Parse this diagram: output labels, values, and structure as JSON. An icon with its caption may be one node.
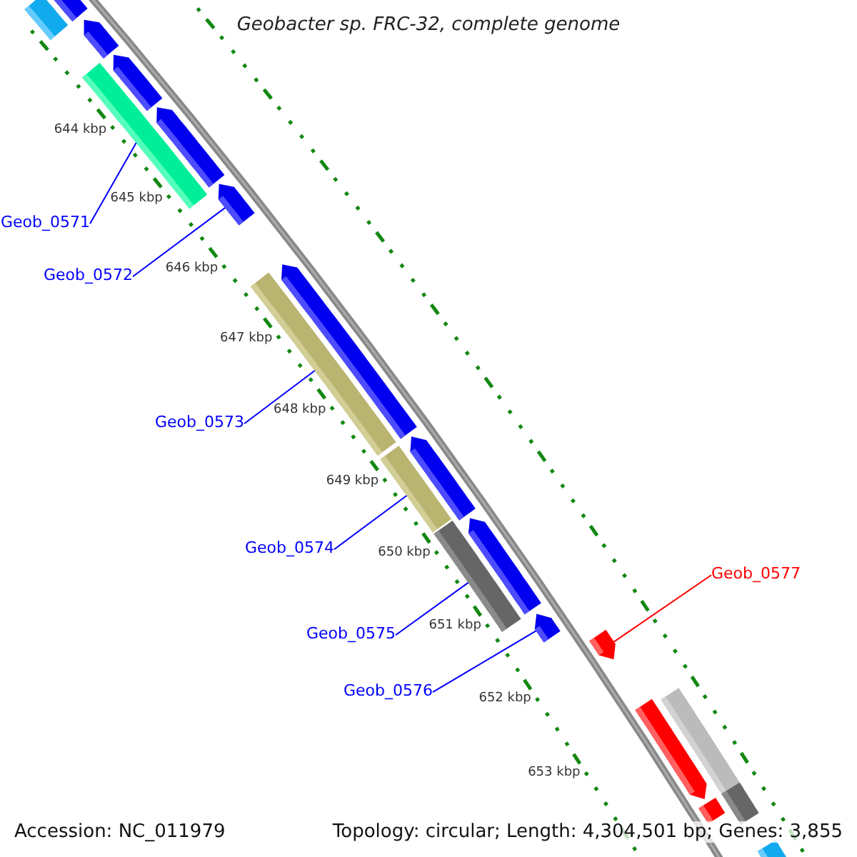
{
  "diagram": {
    "title": "Geobacter sp. FRC-32, complete genome",
    "nodes": [
      {
        "text": [
          "Geob_0571"
        ]
      },
      {
        "text": [
          "Geob_0572"
        ]
      },
      {
        "text": [
          "Geob_0573"
        ]
      },
      {
        "text": [
          "Geob_0574"
        ]
      },
      {
        "text": [
          "Geob_0575"
        ]
      },
      {
        "text": [
          "Geob_0576"
        ]
      },
      {
        "text": [
          "Geob_0577"
        ]
      },
      {
        "text": [],
        "shape": "bar"
      },
      {
        "text": [],
        "shape": "bar"
      },
      {
        "text": [],
        "shape": "arrow"
      },
      {
        "text": [],
        "shape": "bar"
      },
      {
        "text": [],
        "shape": "arrow"
      },
      {
        "text": [],
        "shape": "arrow"
      },
      {
        "text": [],
        "shape": "arrow"
      },
      {
        "text": [],
        "shape": "bar"
      },
      {
        "text": [],
        "shape": "arrow"
      },
      {
        "text": [],
        "shape": "bar"
      },
      {
        "text": [],
        "shape": "arrow"
      },
      {
        "text": [],
        "shape": "bar"
      },
      {
        "text": [],
        "shape": "arrow"
      },
      {
        "text": [],
        "shape": "arrow"
      },
      {
        "text": [],
        "shape": "arrow"
      },
      {
        "text": [],
        "shape": "arrow"
      },
      {
        "text": [],
        "shape": "bar"
      },
      {
        "text": [],
        "shape": "bar"
      },
      {
        "text": [],
        "shape": "bar"
      },
      {
        "text": [],
        "shape": "bar"
      }
    ],
    "edges": [
      {
        "from": 0,
        "to": 10,
        "arrow": "none"
      },
      {
        "from": 1,
        "to": 13,
        "arrow": "none"
      },
      {
        "from": 2,
        "to": 14,
        "arrow": "none"
      },
      {
        "from": 3,
        "to": 16,
        "arrow": "none"
      },
      {
        "from": 4,
        "to": 18,
        "arrow": "none"
      },
      {
        "from": 5,
        "to": 20,
        "arrow": "none"
      },
      {
        "from": 6,
        "to": 21,
        "arrow": "none",
        "color": "#ff0000"
      }
    ],
    "labels": [
      "644 kbp",
      "645 kbp",
      "646 kbp",
      "647 kbp",
      "648 kbp",
      "649 kbp",
      "650 kbp",
      "651 kbp",
      "652 kbp",
      "653 kbp",
      "Accession: NC_011979",
      "Topology: circular; Length: 4,304,501 bp; Genes: 3,855"
    ]
  }
}
